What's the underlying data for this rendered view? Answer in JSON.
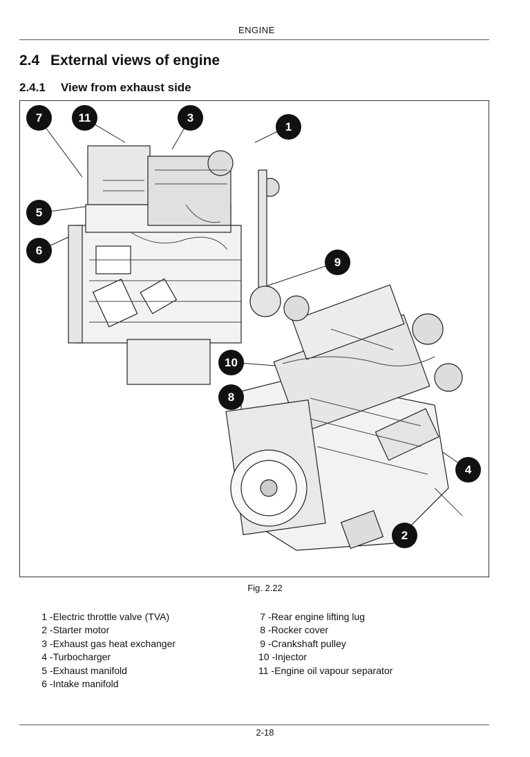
{
  "header": {
    "title": "ENGINE"
  },
  "section": {
    "number": "2.4",
    "title": "External views of engine"
  },
  "subsection": {
    "number": "2.4.1",
    "title": "View from exhaust side"
  },
  "figure": {
    "callouts": [
      "7",
      "11",
      "3",
      "1",
      "5",
      "6",
      "9",
      "10",
      "8",
      "4",
      "2"
    ],
    "caption": "Fig. 2.22"
  },
  "legend": {
    "left": [
      {
        "num": "1",
        "text": "Electric throttle valve (TVA)"
      },
      {
        "num": "2",
        "text": "Starter motor"
      },
      {
        "num": "3",
        "text": "Exhaust gas heat exchanger"
      },
      {
        "num": "4",
        "text": "Turbocharger"
      },
      {
        "num": "5",
        "text": "Exhaust manifold"
      },
      {
        "num": "6",
        "text": "Intake manifold"
      }
    ],
    "right": [
      {
        "num": "7",
        "text": "Rear engine lifting lug"
      },
      {
        "num": "8",
        "text": "Rocker cover"
      },
      {
        "num": "9",
        "text": "Crankshaft pulley"
      },
      {
        "num": "10",
        "text": "Injector"
      },
      {
        "num": "11",
        "text": "Engine oil vapour separator"
      }
    ]
  },
  "footer": {
    "page": "2-18"
  }
}
